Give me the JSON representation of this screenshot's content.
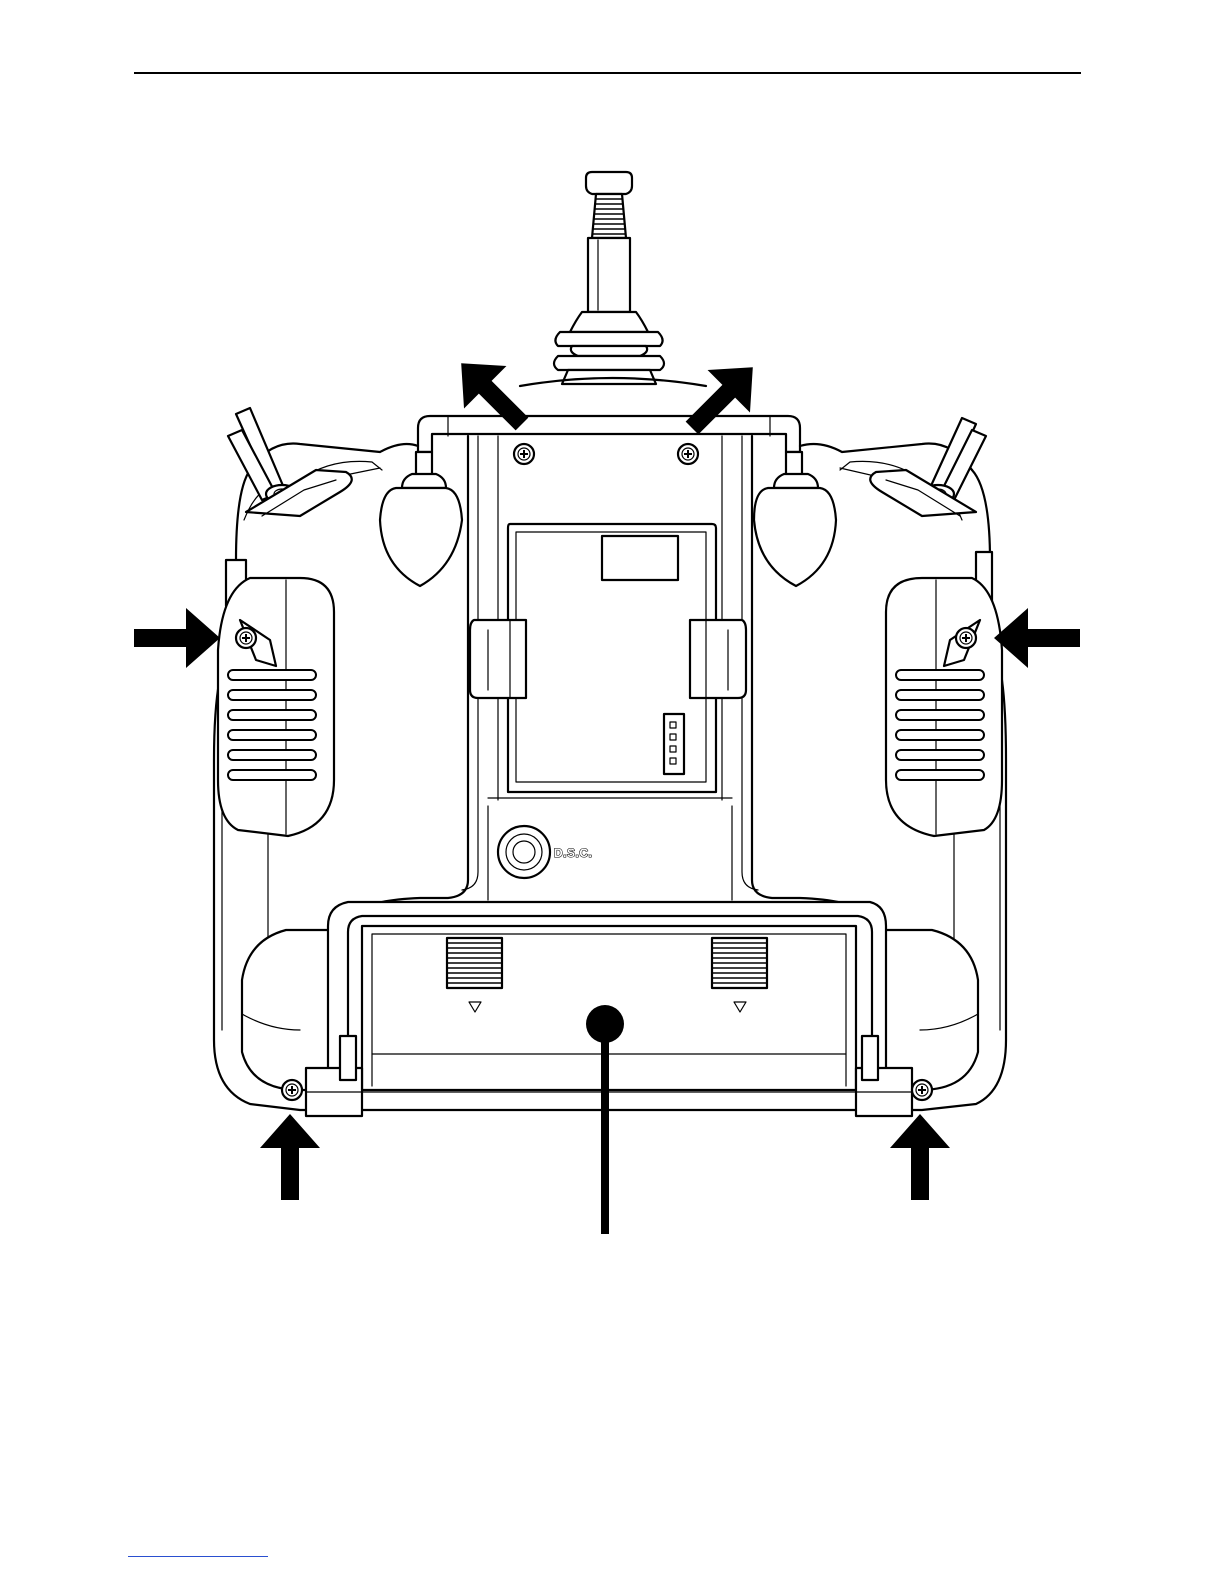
{
  "figure": {
    "panel_label": "D.S.C.",
    "screw_arrows": [
      {
        "id": "top-left",
        "direction": "down-right"
      },
      {
        "id": "top-right",
        "direction": "down-left"
      },
      {
        "id": "middle-left",
        "direction": "right"
      },
      {
        "id": "middle-right",
        "direction": "left"
      },
      {
        "id": "bottom-left",
        "direction": "up"
      },
      {
        "id": "bottom-right",
        "direction": "up"
      }
    ],
    "callout": {
      "marker": "filled-dot"
    }
  },
  "colors": {
    "line": "#000000",
    "background": "#ffffff",
    "footer_rule": "#2a4fd0"
  }
}
